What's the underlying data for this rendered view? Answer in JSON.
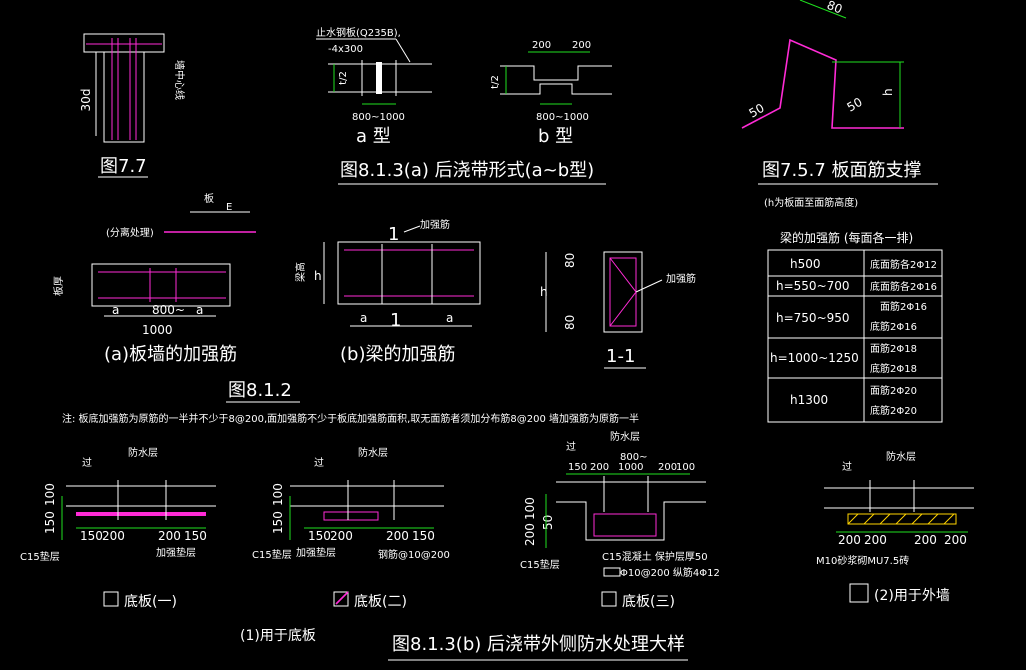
{
  "titles": {
    "fig77": "图7.7",
    "fig813a": "图8.1.3(a) 后浇带形式(a~b型)",
    "fig757": "图7.5.7 板面筋支撑",
    "fig812": "图8.1.2",
    "fig813b": "图8.1.3(b) 后浇带外侧防水处理大样"
  },
  "fig77": {
    "dim30d": "30d",
    "side_label": "墙中心线"
  },
  "fig813a": {
    "plate_note": "止水钢板(Q235B),",
    "plate_size": "-4x300",
    "span_a": "800~1000",
    "span_b": "800~1000",
    "dim200_left": "200",
    "dim200_right": "200",
    "type_a": "a 型",
    "type_b": "b 型",
    "t_mark": "t/2"
  },
  "fig757": {
    "dim80": "80",
    "dim50_left": "50",
    "dim50_right": "50",
    "h": "h",
    "note": "(h为板面至面筋高度)"
  },
  "table": {
    "title": "梁的加强筋 (每面各一排)",
    "rows": [
      {
        "h": "h500",
        "line1": "底面筋各2Φ12",
        "line2": ""
      },
      {
        "h": "h=550~700",
        "line1": "底面筋各2Φ16",
        "line2": ""
      },
      {
        "h": "h=750~950",
        "line1": "面筋2Φ16",
        "line2": "底筋2Φ16"
      },
      {
        "h": "h=1000~1250",
        "line1": "面筋2Φ18",
        "line2": "底筋2Φ18"
      },
      {
        "h": "h1300",
        "line1": "面筋2Φ20",
        "line2": "底筋2Φ20"
      }
    ]
  },
  "fig812": {
    "fenlibiao": "(分离处理)",
    "ban": "板",
    "e_mark": "E",
    "wall_side": "板厚",
    "dim_a1": "a",
    "dim_800": "800~",
    "dim_a2": "a",
    "dim_1000": "1000",
    "caption_a": "(a)板墙的加强筋",
    "jiaqiangjin_b": "加强筋",
    "liang_h": "梁高",
    "h_b": "h",
    "mark_1_top": "1",
    "mark_1_bot": "1",
    "dim_ab1": "a",
    "dim_ab2": "a",
    "caption_b": "(b)梁的加强筋",
    "dim80_top": "80",
    "dim80_bot": "80",
    "h_s": "h",
    "jiaqiangjin_s": "加强筋",
    "section": "1-1"
  },
  "note": "注: 板底加强筋为原筋的一半并不少于8@200,面加强筋不少于板底加强筋面积,取无面筋者须加分布筋8@200 墙加强筋为原筋一半",
  "details": {
    "d1": {
      "guo": "过",
      "fangshui": "防水层",
      "v150": "150",
      "v100": "100",
      "h150": "150",
      "h200": "200",
      "h200b": "200",
      "h150b": "150",
      "c15": "C15垫层",
      "jiaqiang": "加强垫层",
      "caption": "底板(一)"
    },
    "d2": {
      "guo": "过",
      "fangshui": "防水层",
      "v150": "150",
      "v100": "100",
      "h150": "150",
      "h200": "200",
      "h200b": "200",
      "h150b": "150",
      "c15": "C15垫层",
      "jiaqiang": "加强垫层",
      "tie": "钢筋@10@200",
      "caption": "底板(二)"
    },
    "d3": {
      "guo": "过",
      "fangshui": "防水层",
      "t150": "150",
      "t200": "200",
      "t800": "800~",
      "t1000": "1000",
      "t200b": "200",
      "t100": "100",
      "v200": "200",
      "v100": "100",
      "v50": "50",
      "c15": "C15垫层",
      "c15b": "C15混凝土 保护层厚50",
      "rebar": "Φ10@200 纵筋4Φ12",
      "caption": "底板(三)"
    },
    "d4": {
      "guo": "过",
      "fangshui": "防水层",
      "h200a": "200",
      "h200b": "200",
      "h200c": "200",
      "h200d": "200",
      "m10": "M10砂浆砌MU7.5砖",
      "caption": "(2)用于外墙"
    },
    "group_caption": "(1)用于底板"
  },
  "colors": {
    "line": "#ffffff",
    "rebar": "#ff2bd6",
    "dim": "#1fe01f",
    "bg": "#000000"
  }
}
